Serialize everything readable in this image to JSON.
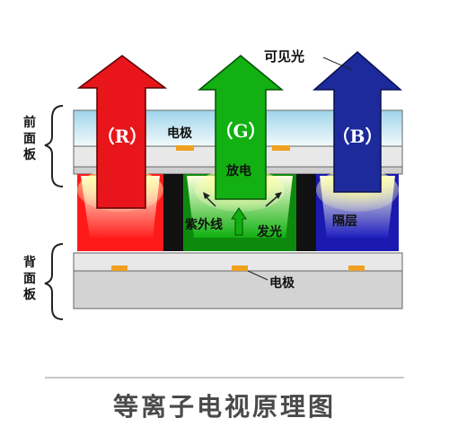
{
  "caption": "等离子电视原理图",
  "labels": {
    "front_panel": "前面板",
    "back_panel": "背面板",
    "visible_light": "可见光",
    "electrode_top": "电极",
    "electrode_bottom": "电极",
    "discharge": "放电",
    "uv": "紫外线",
    "emit": "发光",
    "barrier": "隔层",
    "arrow_r": "（R）",
    "arrow_g": "（G）",
    "arrow_b": "（B）"
  },
  "colors": {
    "red": "#e8151b",
    "green": "#10a010",
    "blue": "#1c2a9c",
    "glass_top": "#d6ecf5",
    "electrode": "#f0a020"
  }
}
